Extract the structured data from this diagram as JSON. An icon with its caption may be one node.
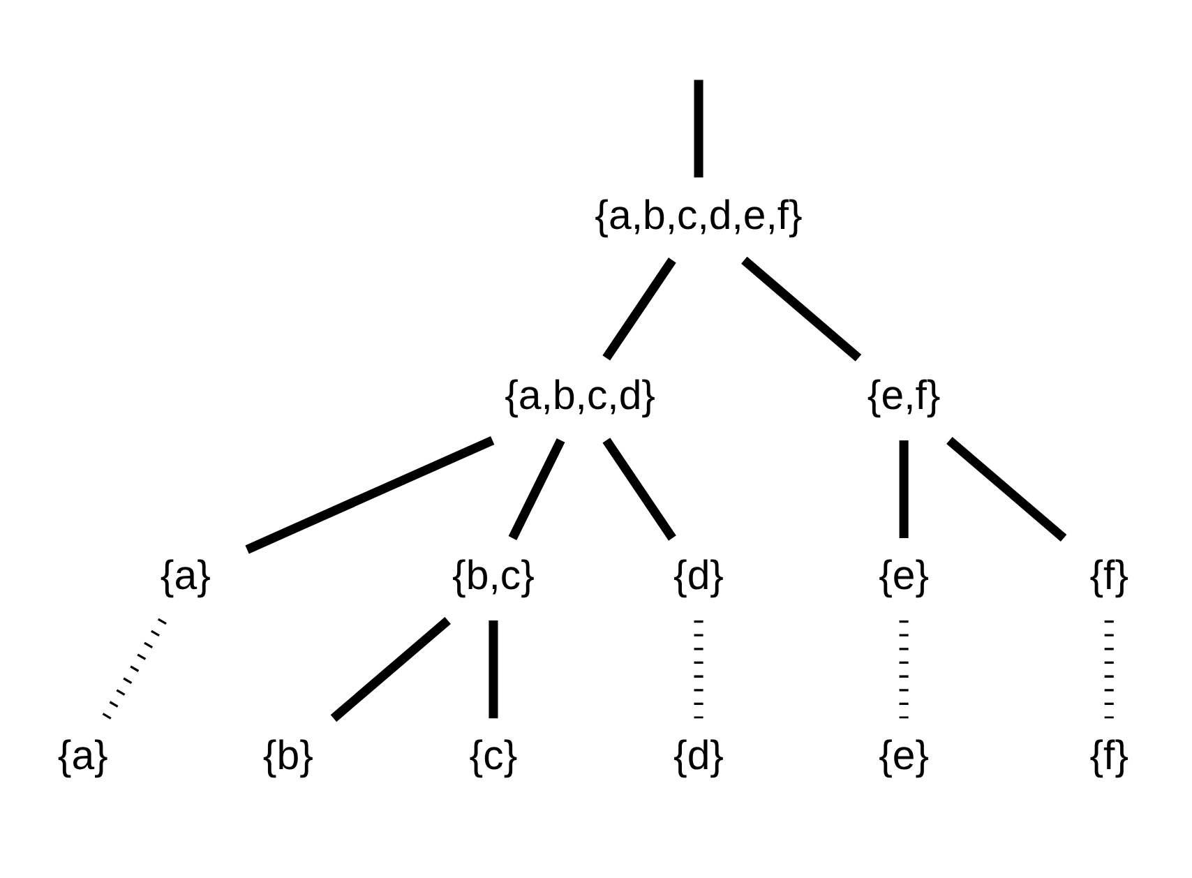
{
  "diagram": {
    "nodes": [
      {
        "text": [
          "{a,b,c,d,e,f}"
        ]
      },
      {
        "text": [
          "{a,b,c,d}"
        ]
      },
      {
        "text": [
          "{e,f}"
        ]
      },
      {
        "text": [
          "{a}"
        ]
      },
      {
        "text": [
          "{b,c}"
        ]
      },
      {
        "text": [
          "{d}"
        ]
      },
      {
        "text": [
          "{e}"
        ]
      },
      {
        "text": [
          "{f}"
        ]
      },
      {
        "text": [
          "{a}"
        ]
      },
      {
        "text": [
          "{b}"
        ]
      },
      {
        "text": [
          "{c}"
        ]
      },
      {
        "text": [
          "{d}"
        ]
      },
      {
        "text": [
          "{e}"
        ]
      },
      {
        "text": [
          "{f}"
        ]
      }
    ],
    "edges": [
      {
        "from": null,
        "to": 0,
        "arrow": "none"
      },
      {
        "from": 0,
        "to": 1,
        "arrow": "none"
      },
      {
        "from": 0,
        "to": 2,
        "arrow": "none"
      },
      {
        "from": 1,
        "to": 3,
        "arrow": "none"
      },
      {
        "from": 1,
        "to": 4,
        "arrow": "none"
      },
      {
        "from": 1,
        "to": 5,
        "arrow": "none"
      },
      {
        "from": 2,
        "to": 6,
        "arrow": "none"
      },
      {
        "from": 2,
        "to": 7,
        "arrow": "none"
      },
      {
        "from": 3,
        "to": 8,
        "arrow": "none",
        "style": "dashed"
      },
      {
        "from": 4,
        "to": 9,
        "arrow": "none"
      },
      {
        "from": 4,
        "to": 10,
        "arrow": "none"
      },
      {
        "from": 5,
        "to": 11,
        "arrow": "none",
        "style": "dashed"
      },
      {
        "from": 6,
        "to": 12,
        "arrow": "none",
        "style": "dashed"
      },
      {
        "from": 7,
        "to": 13,
        "arrow": "none",
        "style": "dashed"
      }
    ]
  }
}
